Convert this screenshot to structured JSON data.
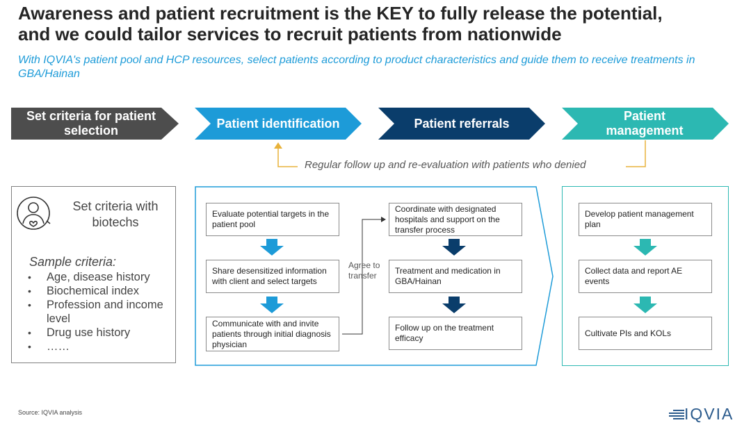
{
  "title": {
    "line1": "Awareness and patient recruitment is the KEY to fully release the potential,",
    "line2": "and we could tailor services to recruit patients from nationwide"
  },
  "subtitle": "With IQVIA's patient pool and HCP resources, select patients according to product characteristics and guide them to receive treatments in GBA/Hainan",
  "process": {
    "steps": [
      {
        "label": "Set criteria for patient selection",
        "color": "#4d4d4d"
      },
      {
        "label": "Patient identification",
        "color": "#1d9bd8"
      },
      {
        "label": "Patient referrals",
        "color": "#0a3d6b"
      },
      {
        "label": "Patient management",
        "color": "#2cb8b2"
      }
    ],
    "followup_note": "Regular follow up and re-evaluation with patients who denied"
  },
  "criteria_panel": {
    "title": "Set criteria with biotechs",
    "sample_title": "Sample criteria:",
    "items": [
      "Age, disease history",
      "Biochemical index",
      "Profession and income level",
      "Drug use history",
      "……"
    ]
  },
  "identification": {
    "steps": [
      "Evaluate potential targets in the patient pool",
      "Share desensitized information with client and select targets",
      "Communicate with and invite patients through initial diagnosis physician"
    ]
  },
  "referral": {
    "connector_label": "Agree to transfer",
    "steps": [
      "Coordinate with designated hospitals and support on the transfer process",
      "Treatment and medication in GBA/Hainan",
      "Follow up on the treatment efficacy"
    ]
  },
  "management": {
    "steps": [
      "Develop patient management plan",
      "Collect data and report AE events",
      "Cultivate PIs and KOLs"
    ]
  },
  "colors": {
    "gray": "#4d4d4d",
    "light_blue": "#1d9bd8",
    "dark_blue": "#0a3d6b",
    "teal": "#2cb8b2",
    "gold": "#e8b23a"
  },
  "footer": {
    "source": "Source: IQVIA analysis",
    "logo": "IQVIA"
  }
}
